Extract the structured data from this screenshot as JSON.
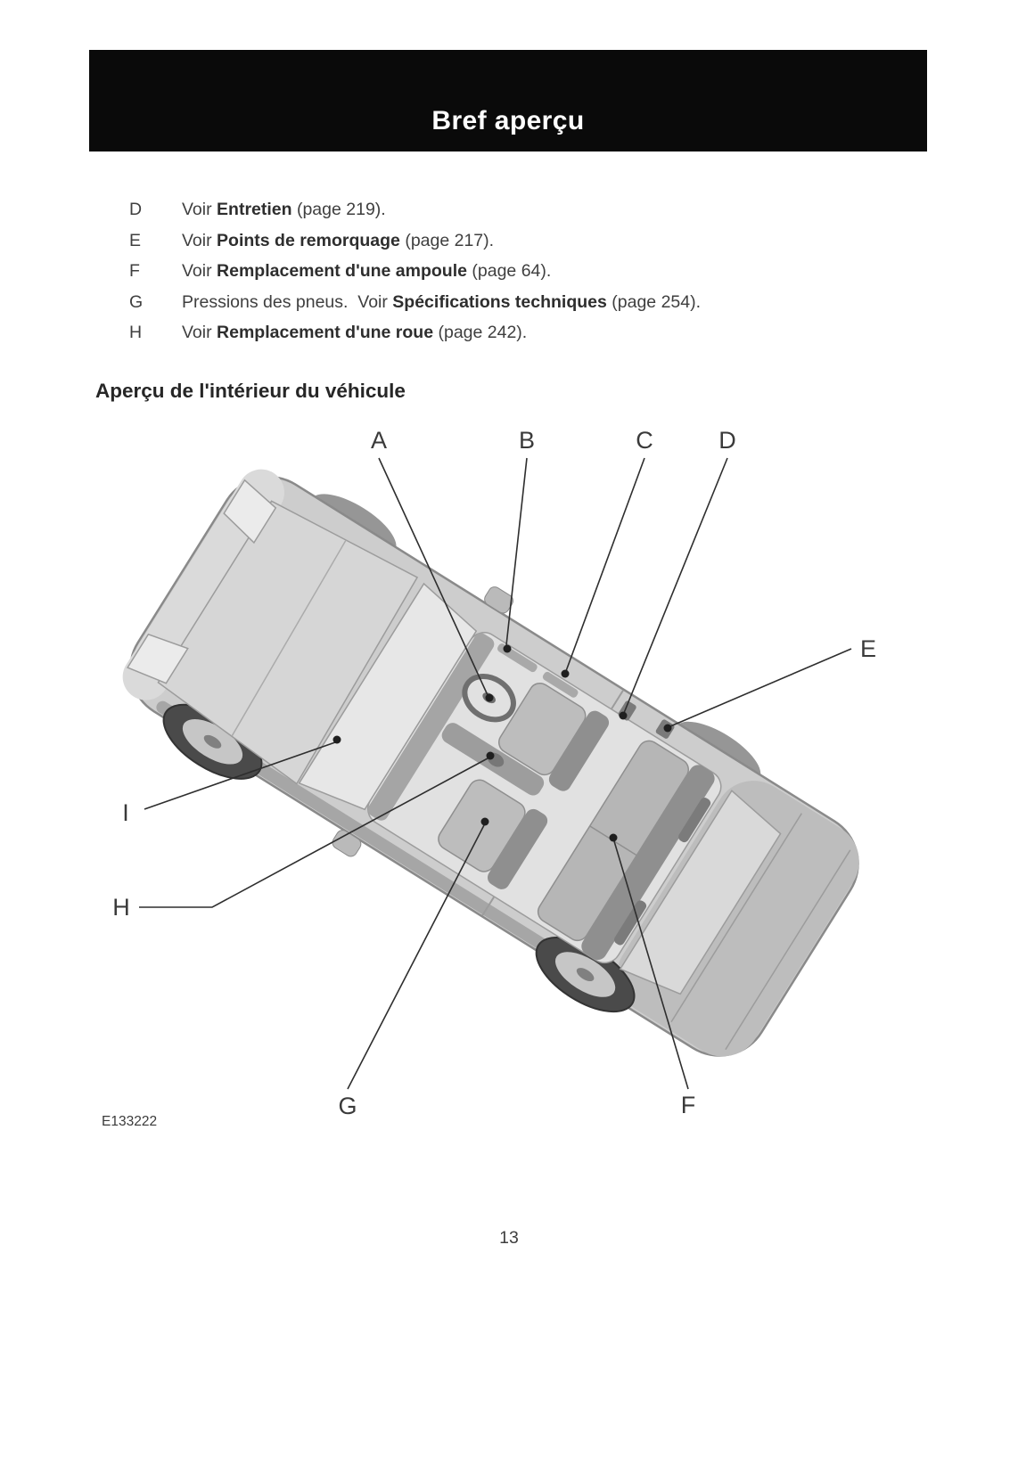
{
  "header": {
    "title": "Bref aperçu"
  },
  "overview_list": {
    "items": [
      {
        "letter": "D",
        "pre": "Voir ",
        "bold": "Entretien",
        "post": " (page 219)."
      },
      {
        "letter": "E",
        "pre": "Voir ",
        "bold": "Points de remorquage",
        "post": " (page 217)."
      },
      {
        "letter": "F",
        "pre": "Voir ",
        "bold": "Remplacement d'une ampoule",
        "post": " (page 64)."
      },
      {
        "letter": "G",
        "pre": "Pressions des pneus.  Voir ",
        "bold": "Spécifications techniques",
        "post": " (page 254)."
      },
      {
        "letter": "H",
        "pre": "Voir ",
        "bold": "Remplacement d'une roue",
        "post": " (page 242)."
      }
    ]
  },
  "section": {
    "title": "Aperçu de l'intérieur du véhicule"
  },
  "figure": {
    "code": "E133222",
    "callouts": [
      "A",
      "B",
      "C",
      "D",
      "E",
      "F",
      "G",
      "H",
      "I"
    ]
  },
  "footer": {
    "page_number": "13"
  }
}
